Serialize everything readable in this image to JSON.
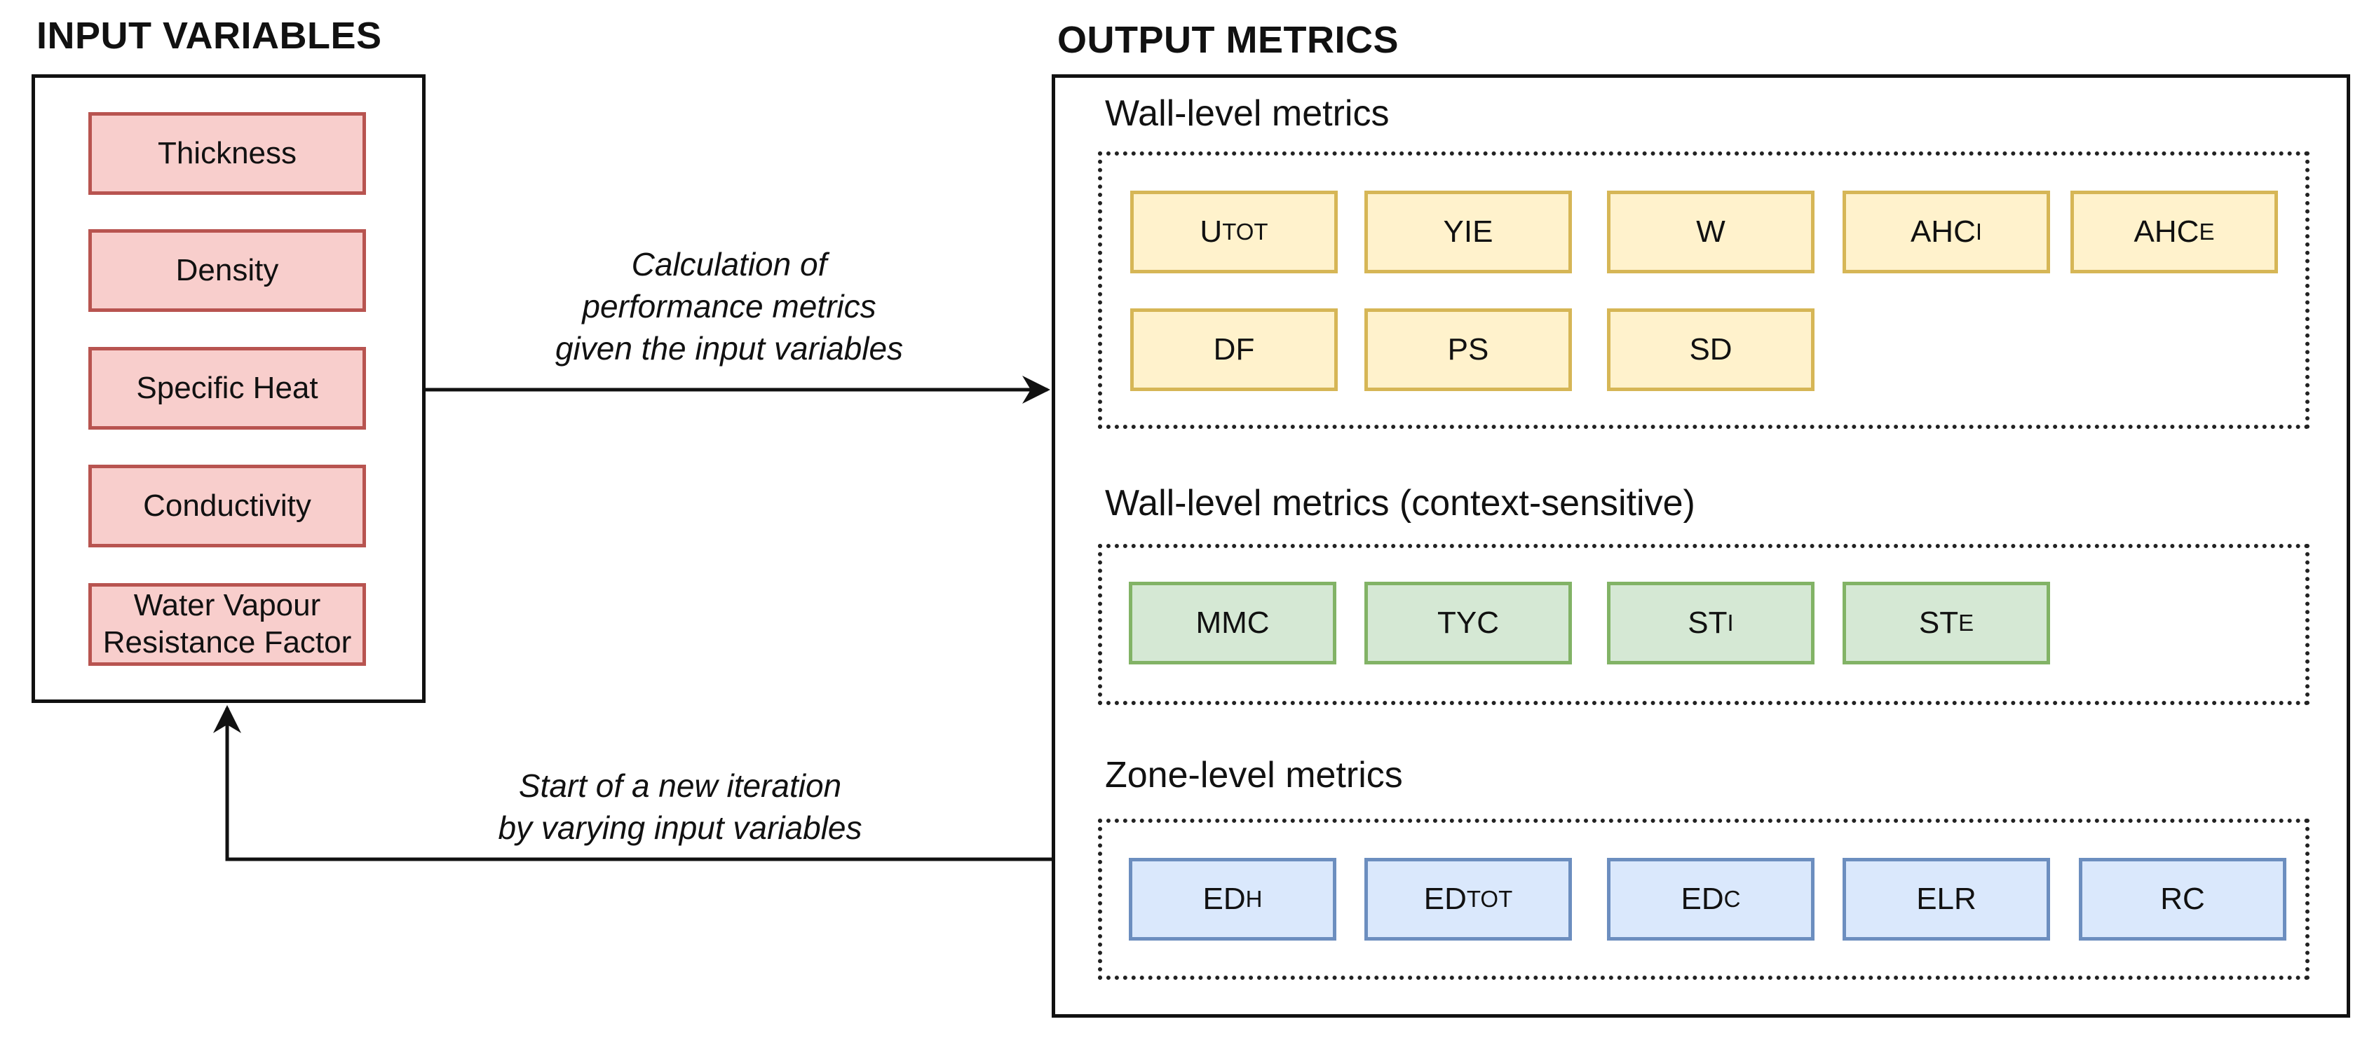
{
  "input": {
    "title": "INPUT VARIABLES",
    "items": [
      {
        "label": "Thickness"
      },
      {
        "label": "Density"
      },
      {
        "label": "Specific Heat"
      },
      {
        "label": "Conductivity"
      },
      {
        "line1": "Water Vapour",
        "line2": "Resistance Factor"
      }
    ]
  },
  "output": {
    "title": "OUTPUT METRICS",
    "wall": {
      "label": "Wall-level metrics",
      "items": [
        {
          "main": "U",
          "sub": "TOT"
        },
        {
          "main": "YIE",
          "sub": ""
        },
        {
          "main": "W",
          "sub": ""
        },
        {
          "main": "AHC",
          "sub": "I"
        },
        {
          "main": "AHC",
          "sub": "E"
        },
        {
          "main": "DF",
          "sub": ""
        },
        {
          "main": "PS",
          "sub": ""
        },
        {
          "main": "SD",
          "sub": ""
        }
      ]
    },
    "context": {
      "label": "Wall-level metrics (context-sensitive)",
      "items": [
        {
          "main": "MMC",
          "sub": ""
        },
        {
          "main": "TYC",
          "sub": ""
        },
        {
          "main": "ST",
          "sub": "I"
        },
        {
          "main": "ST",
          "sub": "E"
        }
      ]
    },
    "zone": {
      "label": "Zone-level metrics",
      "items": [
        {
          "main": "ED",
          "sub": "H"
        },
        {
          "main": "ED",
          "sub": "TOT"
        },
        {
          "main": "ED",
          "sub": "C"
        },
        {
          "main": "ELR",
          "sub": ""
        },
        {
          "main": "RC",
          "sub": ""
        }
      ]
    }
  },
  "edges": {
    "forward": {
      "line1": "Calculation of",
      "line2": "performance metrics",
      "line3": "given the input variables"
    },
    "backward": {
      "line1": "Start of a new iteration",
      "line2": "by varying input variables"
    }
  },
  "colors": {
    "input_fill": "#f8cecc",
    "input_stroke": "#b85450",
    "wall_fill": "#fff2cc",
    "wall_stroke": "#d6b656",
    "context_fill": "#d5e8d4",
    "context_stroke": "#82b366",
    "zone_fill": "#dae8fc",
    "zone_stroke": "#6c8ebf"
  }
}
